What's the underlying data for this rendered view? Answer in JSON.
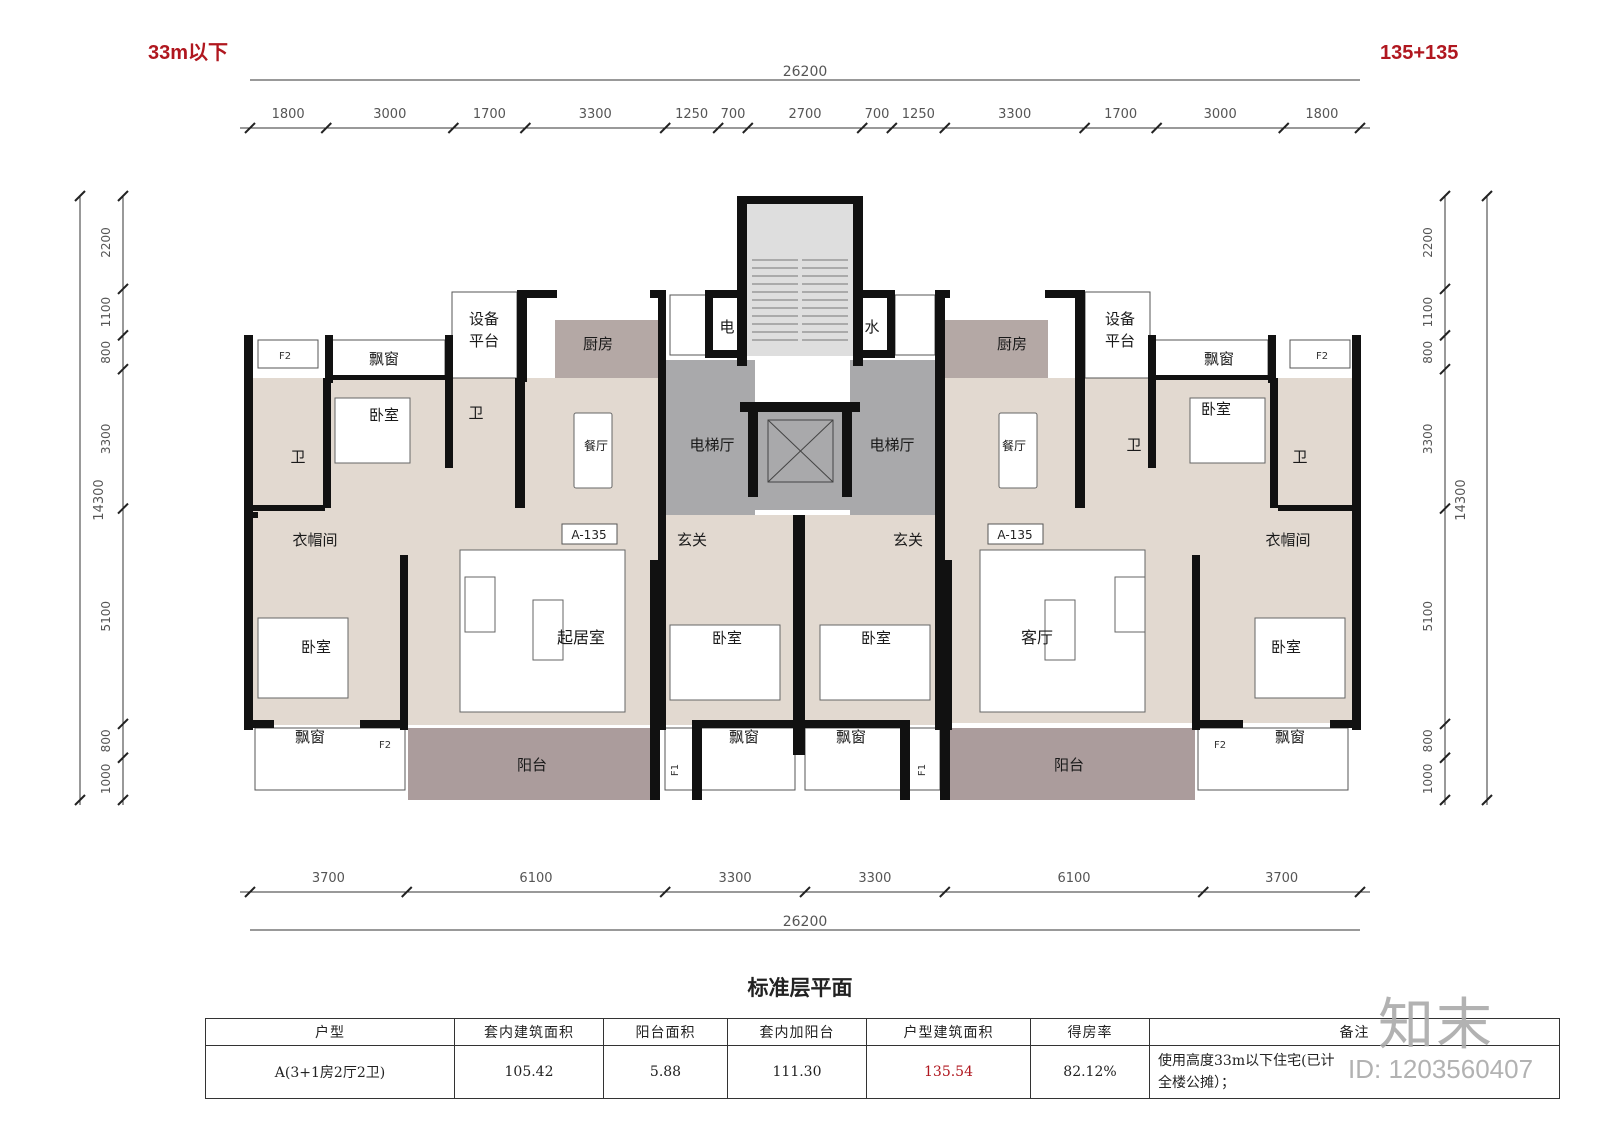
{
  "header": {
    "height_note": "33m以下",
    "unit_combo": "135+135"
  },
  "dims": {
    "top_total": "26200",
    "top_segments": [
      "1800",
      "3000",
      "1700",
      "3300",
      "1250",
      "700",
      "2700",
      "700",
      "1250",
      "3300",
      "1700",
      "3000",
      "1800"
    ],
    "bottom_segments": [
      "3700",
      "6100",
      "3300",
      "3300",
      "6100",
      "3700"
    ],
    "bottom_total": "26200",
    "side_total": "14300",
    "side_segments": [
      "2200",
      "1100",
      "800",
      "3300",
      "5100",
      "800",
      "1000"
    ]
  },
  "rooms": {
    "equipment_platform": [
      "设备",
      "平台"
    ],
    "kitchen": "厨房",
    "bay_window": "飘窗",
    "bedroom": "卧室",
    "bath": "卫",
    "dining": "餐厅",
    "elevator_hall": "电梯厅",
    "electric": "电",
    "water": "水",
    "cloakroom": "衣帽间",
    "living_left": "起居室",
    "living_right": "客厅",
    "foyer": "玄关",
    "balcony": "阳台",
    "unit_tag": "A-135",
    "ac_f2": "F2",
    "ac_f1": "F1"
  },
  "caption": "标准层平面",
  "table": {
    "headers": [
      "户型",
      "套内建筑面积",
      "阳台面积",
      "套内加阳台",
      "户型建筑面积",
      "得房率",
      "备注"
    ],
    "row": [
      "A(3+1房2厅2卫)",
      "105.42",
      "5.88",
      "111.30",
      "135.54",
      "82.12%"
    ],
    "note_line1": "使用高度33m以下住宅(已计",
    "note_line2": "全楼公摊）；"
  },
  "watermark": {
    "logo": "知末",
    "id": "ID: 1203560407"
  },
  "colors": {
    "wall": "#111111",
    "room_fill": "#e2d9d0",
    "kitchen_fill": "#b4a8a5",
    "core_fill": "#a9a9ab",
    "balcony_fill": "#ab9c9c",
    "accent_red": "#b0171f"
  }
}
